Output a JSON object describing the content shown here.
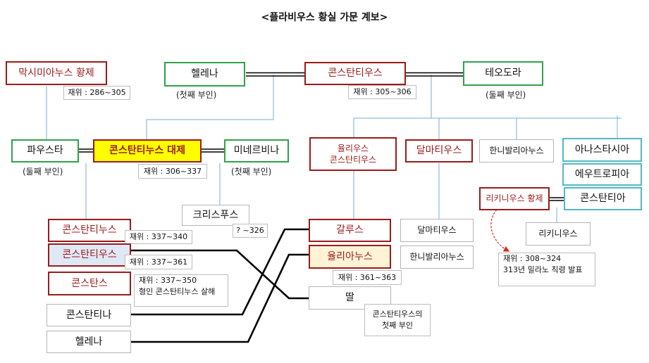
{
  "title": "<플라비우스 황실 가문 계보>",
  "people": {
    "maximianus": "막시미아누스 황제",
    "helena_top": "헬레나",
    "constantius": "콘스탄티우스",
    "theodora": "테오도라",
    "fausta": "파우스타",
    "constantinus_great": "콘스탄티누스 대제",
    "minervina": "미네르비나",
    "julius_constantius_1": "율리우스",
    "julius_constantius_2": "콘스탄티우스",
    "dalmatius": "달마티우스",
    "hannibalianus": "한니발리아누스",
    "anastasia": "아나스타시아",
    "eutropia": "에우트로피아",
    "licinius": "리키니우스 황제",
    "constantia": "콘스탄티아",
    "crispus": "크리스푸스",
    "constantinus_ii": "콘스탄티누스",
    "constantius_ii": "콘스탄티우스",
    "constans": "콘스탄스",
    "constantina": "콘스탄티나",
    "helena_bottom": "헬레나",
    "gallus": "갈루스",
    "julianus": "율리아누스",
    "daughter": "딸",
    "dalmatius_son": "달마티우스",
    "hannibalianus_son": "한니발리아누스",
    "licinius_son": "리키니우스"
  },
  "notes": {
    "maximianus_reign": "재위 : 286~305",
    "constantius_reign": "재위 : 305~306",
    "constantinus_reign": "재위 : 306~337",
    "crispus_years": "? ~326",
    "constantinus_ii_reign": "재위 : 337~340",
    "constantius_ii_reign": "재위 : 337~361",
    "constans_reign_1": "재위 : 337~350",
    "constans_reign_2": "형인 콘스탄티누스 살해",
    "julianus_reign": "재위 : 361~363",
    "daughter_note_1": "콘스탄티우스의",
    "daughter_note_2": "첫째 부인",
    "licinius_reign_1": "재위 : 308~324",
    "licinius_reign_2": "313년 밀라노 칙령 발표"
  },
  "captions": {
    "helena_wife": "(첫째 부인)",
    "theodora_wife": "(둘째 부인)",
    "fausta_wife": "(둘째 부인)",
    "minervina_wife": "(첫째 부인)"
  },
  "colors": {
    "red_border": "#9b1b1b",
    "green_border": "#2fa24a",
    "teal_border": "#52b9c6",
    "highlight_yellow": "#ffff00",
    "link_blue": "#7aaed6",
    "marriage_line": "#000000",
    "annotation_arrow": "#d9261c"
  }
}
